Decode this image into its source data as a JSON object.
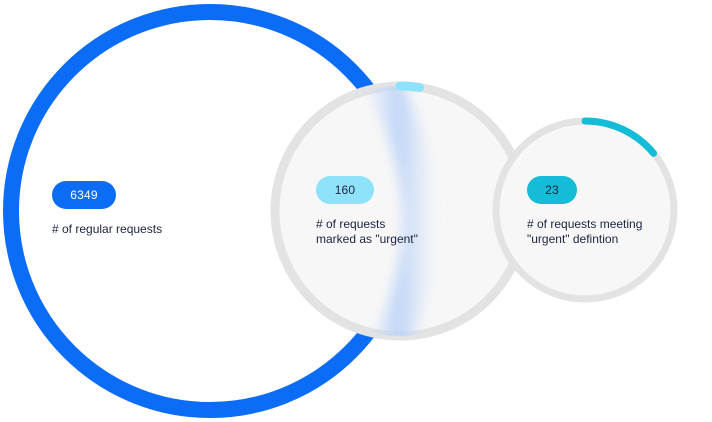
{
  "colors": {
    "regular": "#0b6cf5",
    "urgent": "#8ee3fb",
    "meeting": "#14bcd8",
    "track": "#e3e3e3",
    "text": "#1b2440",
    "pill_text_light": "#ffffff"
  },
  "circles": [
    {
      "id": "regular",
      "value": 6349,
      "value_label": "6349",
      "caption": "# of regular requests",
      "arc_fraction": 1.0
    },
    {
      "id": "urgent",
      "value": 160,
      "value_label": "160",
      "caption": "# of requests\nmarked as \"urgent\"",
      "arc_fraction": 0.025
    },
    {
      "id": "meeting",
      "value": 23,
      "value_label": "23",
      "caption": "# of requests meeting\n\"urgent\" defintion",
      "arc_fraction": 0.14
    }
  ]
}
